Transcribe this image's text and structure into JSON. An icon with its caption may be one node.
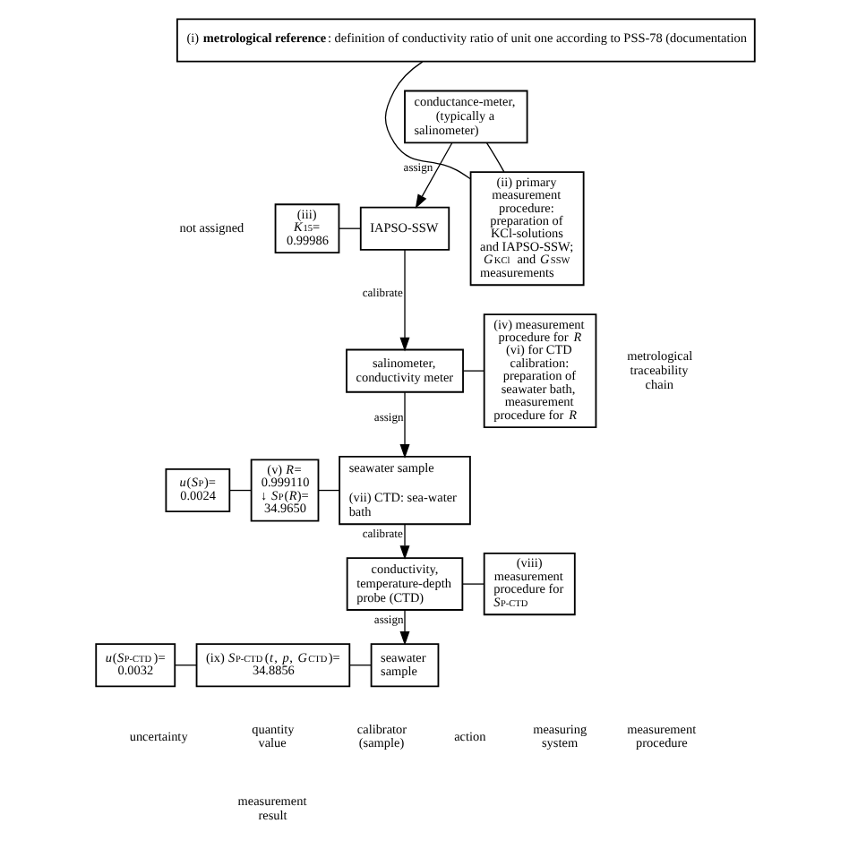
{
  "diagram": {
    "nodes": [
      {
        "text": [
          "(i) **metrological reference**: definition of conductivity ratio of unit one according to PSS-78 (documentation"
        ]
      },
      {
        "text": [
          "(ii) primary measurement procedure: preparation of KCl-solutions and IAPSO-SSW; *G*$_{KCl}$ and *G*$_{SSW}$ measurements"
        ]
      },
      {
        "text": [
          "conductance-meter, (typically a salinometer)"
        ]
      },
      {
        "text": [
          "(iii) *K*$_{15}$= 0.99986"
        ]
      },
      {
        "text": [
          "IAPSO-SSW"
        ]
      },
      {
        "text": [
          "salinometer, conductivity meter"
        ]
      },
      {
        "text": [
          "(iv) measurement procedure for *R* (vi) for CTD calibration: preparation of seawater bath, measurement procedure for *R*"
        ]
      },
      {
        "text": [
          "*u*(*S*$_{P}$)= 0.0024"
        ]
      },
      {
        "text": [
          "(v) *R*= 0.999110 ↓ *S*$_{P}$(*R*)= 34.9650"
        ]
      },
      {
        "text": [
          "seawater sample",
          "(vii) CTD: sea-water bath"
        ]
      },
      {
        "text": [
          "conductivity, temperature-depth probe (CTD)"
        ]
      },
      {
        "text": [
          "(viii) measurement procedure for *S*$_{P-CTD}$"
        ]
      },
      {
        "text": [
          "*u*(*S*$_{P-CTD}$)= 0.0032"
        ]
      },
      {
        "text": [
          "(ix) *S*$_{P-CTD}$(*t*, *p*, *G*$_{CTD}$)= 34.8856"
        ]
      },
      {
        "text": [
          "seawater sample"
        ]
      }
    ],
    "edges": [
      {
        "from": 0,
        "to": 1,
        "arrow": "none"
      },
      {
        "from": 1,
        "to": 2,
        "arrow": "none"
      },
      {
        "from": 2,
        "to": 4,
        "arrow": "to",
        "label": "assign"
      },
      {
        "from": 3,
        "to": 4,
        "arrow": "none"
      },
      {
        "from": 4,
        "to": 5,
        "arrow": "to",
        "label": "calibrate"
      },
      {
        "from": 5,
        "to": 6,
        "arrow": "none"
      },
      {
        "from": 5,
        "to": 9,
        "arrow": "to",
        "label": "assign"
      },
      {
        "from": 7,
        "to": 8,
        "arrow": "none"
      },
      {
        "from": 8,
        "to": 9,
        "arrow": "none"
      },
      {
        "from": 9,
        "to": 10,
        "arrow": "to",
        "label": "calibrate"
      },
      {
        "from": 10,
        "to": 11,
        "arrow": "none"
      },
      {
        "from": 10,
        "to": 14,
        "arrow": "to",
        "label": "assign"
      },
      {
        "from": 12,
        "to": 13,
        "arrow": "none"
      },
      {
        "from": 13,
        "to": 14,
        "arrow": "none"
      }
    ],
    "labels": [
      "metrological traceability chain",
      "not assigned",
      "uncertainty",
      "quantity value",
      "calibrator (sample)",
      "action",
      "measuring system",
      "measurement procedure",
      "measurement result"
    ]
  }
}
